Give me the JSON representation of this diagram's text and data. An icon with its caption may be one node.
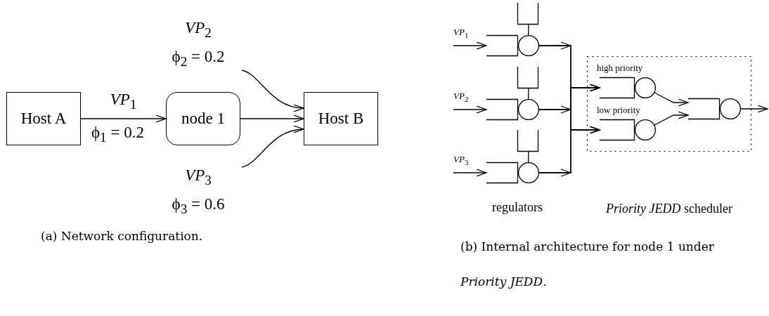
{
  "diagram": {
    "nodes": [
      {
        "text": [
          "Host A"
        ]
      },
      {
        "text": [
          "node 1"
        ]
      },
      {
        "text": [
          "Host B"
        ]
      },
      {
        "text": [
          "*VP*$_{2}$",
          "ϕ$_{2}$ = 0.2"
        ]
      },
      {
        "text": [
          "*VP*$_{3}$",
          "ϕ$_{3}$ = 0.6"
        ]
      },
      {
        "text": [],
        "shape": "box"
      },
      {
        "text": [],
        "shape": "box"
      },
      {
        "text": [],
        "shape": "circle"
      },
      {
        "text": [],
        "shape": "box"
      },
      {
        "text": [],
        "shape": "box"
      },
      {
        "text": [],
        "shape": "circle"
      },
      {
        "text": [],
        "shape": "box"
      },
      {
        "text": [],
        "shape": "box"
      },
      {
        "text": [],
        "shape": "circle"
      },
      {
        "text": [
          "*Priority JEDD* scheduler"
        ]
      },
      {
        "text": [
          "high priority"
        ],
        "in": 14
      },
      {
        "text": [],
        "shape": "circle",
        "in": 14
      },
      {
        "text": [
          "low priority"
        ],
        "in": 14
      },
      {
        "text": [],
        "shape": "circle",
        "in": 14
      },
      {
        "text": [],
        "shape": "box",
        "in": 14
      },
      {
        "text": [],
        "shape": "circle",
        "in": 14
      }
    ],
    "edges": [
      {
        "from": 0,
        "to": 1,
        "arrow": "to",
        "label": "*VP*$_{1}$"
      },
      {
        "from": 1,
        "to": 2,
        "arrow": "to"
      },
      {
        "from": 3,
        "to": 2,
        "arrow": "to"
      },
      {
        "from": 4,
        "to": 2,
        "arrow": "to"
      },
      {
        "from": null,
        "to": 6,
        "arrow": "to"
      },
      {
        "from": null,
        "to": 9,
        "arrow": "to"
      },
      {
        "from": null,
        "to": 12,
        "arrow": "to"
      },
      {
        "from": 5,
        "to": 7,
        "arrow": "none"
      },
      {
        "from": 8,
        "to": 10,
        "arrow": "none"
      },
      {
        "from": 11,
        "to": 13,
        "arrow": "none"
      },
      {
        "from": 7,
        "to": 15,
        "arrow": "to"
      },
      {
        "from": 7,
        "to": 17,
        "arrow": "to"
      },
      {
        "from": 10,
        "to": 15,
        "arrow": "to"
      },
      {
        "from": 10,
        "to": 17,
        "arrow": "to"
      },
      {
        "from": 13,
        "to": 15,
        "arrow": "to"
      },
      {
        "from": 13,
        "to": 17,
        "arrow": "to"
      },
      {
        "from": 16,
        "to": 19,
        "arrow": "to"
      },
      {
        "from": 18,
        "to": 19,
        "arrow": "to"
      },
      {
        "from": 20,
        "to": null,
        "arrow": "to"
      }
    ],
    "labels": [
      "ϕ$_{1}$ = 0.2",
      "*VP*$_{1}$",
      "*VP*$_{2}$",
      "*VP*$_{3}$",
      "regulators",
      "(a) Network configuration.",
      "(b) Internal architecture for node 1 under *Priority JEDD*."
    ]
  }
}
